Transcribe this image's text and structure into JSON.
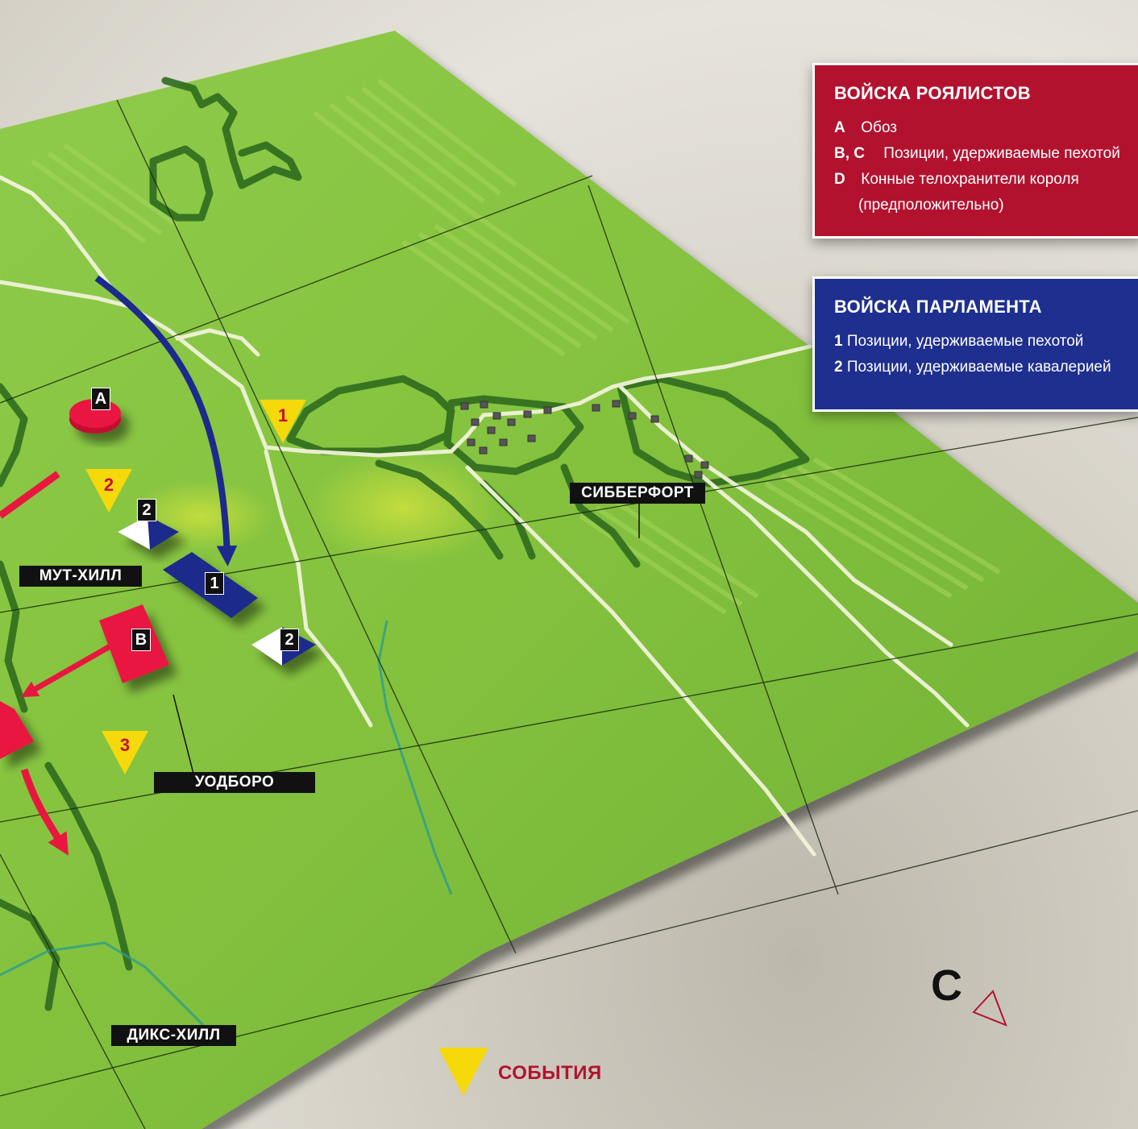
{
  "places": {
    "sibberfort": "СИББЕРФОРТ",
    "moot_hill": "МУТ-ХИЛЛ",
    "wodboro": "УОДБОРО",
    "dicks_hill": "ДИКС-ХИЛЛ"
  },
  "units": {
    "royalist": [
      {
        "id": "A",
        "label": "A"
      },
      {
        "id": "B",
        "label": "B"
      }
    ],
    "parliament": [
      {
        "id": "1",
        "label": "1"
      },
      {
        "id": "2a",
        "label": "2"
      },
      {
        "id": "2b",
        "label": "2"
      }
    ]
  },
  "events": [
    "1",
    "2",
    "3"
  ],
  "legend_royalist": {
    "title": "ВОЙСКА РОЯЛИСТОВ",
    "items": [
      {
        "key": "A",
        "text": "Обоз"
      },
      {
        "key": "B, C",
        "text": "Позиции, удерживаемые пехотой"
      },
      {
        "key": "D",
        "text": "Конные телохранители короля"
      },
      {
        "key": "",
        "text": "(предположительно)"
      }
    ]
  },
  "legend_parliament": {
    "title": "ВОЙСКА ПАРЛАМЕНТА",
    "items": [
      {
        "key": "1",
        "text": "Позиции, удерживаемые пехотой"
      },
      {
        "key": "2",
        "text": "Позиции, удерживаемые кавалерией"
      }
    ]
  },
  "compass": {
    "letter": "С",
    "icon": "north-triangle-icon"
  },
  "events_legend": {
    "label": "СОБЫТИЯ",
    "icon": "event-triangle-icon"
  },
  "colors": {
    "royalist": "#e8173f",
    "parliament": "#1b2a8c",
    "event": "#f5d90a",
    "terrain": "#7fc23a"
  }
}
